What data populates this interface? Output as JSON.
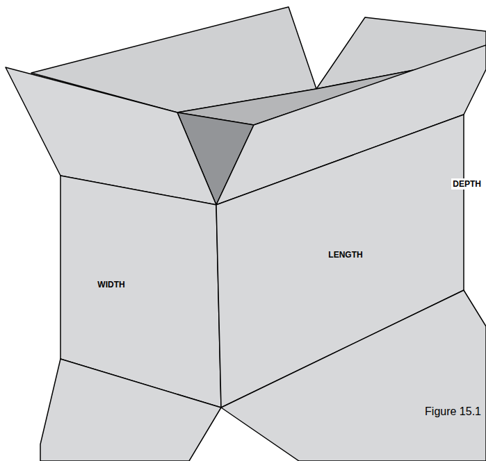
{
  "diagram": {
    "caption": "Figure 15.1",
    "labels": [
      "WIDTH",
      "LENGTH",
      "DEPTH"
    ]
  }
}
